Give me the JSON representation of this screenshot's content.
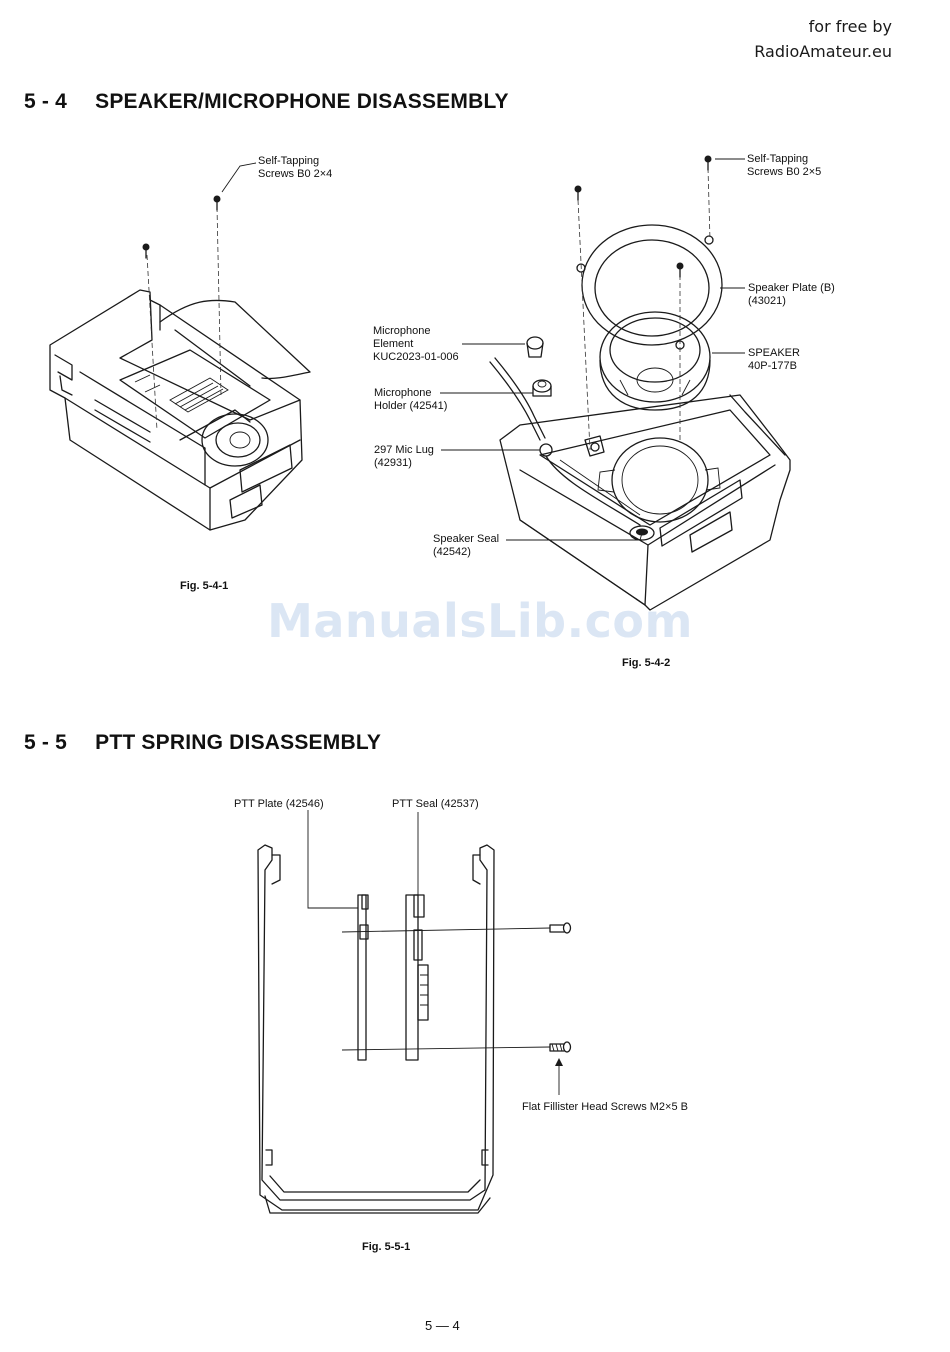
{
  "source": {
    "line1": "for free by",
    "line2": "RadioAmateur.eu"
  },
  "watermark": "ManualsLib.com",
  "sections": [
    {
      "number": "5 - 4",
      "title": "SPEAKER/MICROPHONE DISASSEMBLY"
    },
    {
      "number": "5 - 5",
      "title": "PTT SPRING DISASSEMBLY"
    }
  ],
  "fig_5_4_1": {
    "caption": "Fig. 5-4-1",
    "labels": {
      "screws": "Self-Tapping\nScrews B0 2×4"
    }
  },
  "fig_5_4_2": {
    "caption": "Fig. 5-4-2",
    "labels": {
      "screws": "Self-Tapping\nScrews B0 2×5",
      "speaker_plate": "Speaker Plate (B)\n(43021)",
      "speaker": "SPEAKER\n40P-177B",
      "mic_element": "Microphone\nElement\nKUC2023-01-006",
      "mic_holder": "Microphone\nHolder (42541)",
      "mic_lug": "297 Mic Lug\n(42931)",
      "speaker_seal": "Speaker Seal\n(42542)"
    }
  },
  "fig_5_5_1": {
    "caption": "Fig. 5-5-1",
    "labels": {
      "ptt_plate": "PTT Plate (42546)",
      "ptt_seal": "PTT Seal (42537)",
      "screws": "Flat Fillister Head Screws M2×5 B"
    }
  },
  "page_number": "5 — 4"
}
